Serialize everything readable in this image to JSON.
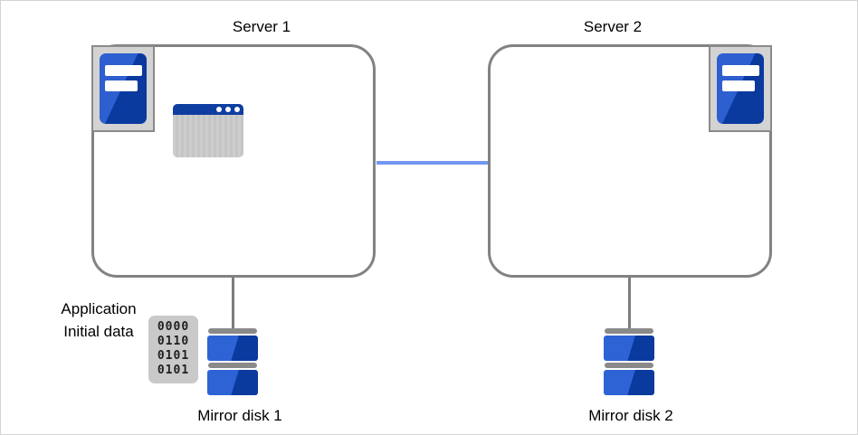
{
  "servers": [
    {
      "label": "Server 1"
    },
    {
      "label": "Server 2"
    }
  ],
  "application": {
    "label": "Application"
  },
  "initial_data": {
    "line1": "Application",
    "line2": "Initial data",
    "binary_rows": [
      "0000",
      "0110",
      "0101",
      "0101"
    ]
  },
  "disks": [
    {
      "label": "Mirror disk 1"
    },
    {
      "label": "Mirror disk 2"
    }
  ],
  "icons": {
    "server": "server-tower-icon",
    "application": "app-window-icon",
    "initial_data": "binary-data-icon",
    "disk": "mirror-disk-icon"
  },
  "colors": {
    "box_border_gray": "#828282",
    "connector_blue": "#7396f3",
    "connector_gray": "#7d7d7d",
    "icon_frame_gray": "#d3d3d3",
    "tower_light_blue": "#2e5fd0",
    "tower_dark_blue": "#0a3a9e",
    "disk_light_blue": "#2e63d6",
    "disk_dark_blue": "#0a3a9e",
    "disk_cap_gray": "#8a8a8a",
    "titlebar_blue": "#0e3fa0",
    "window_body_gray": "#cbcbcb",
    "binary_bg_gray": "#c9c9c9"
  }
}
